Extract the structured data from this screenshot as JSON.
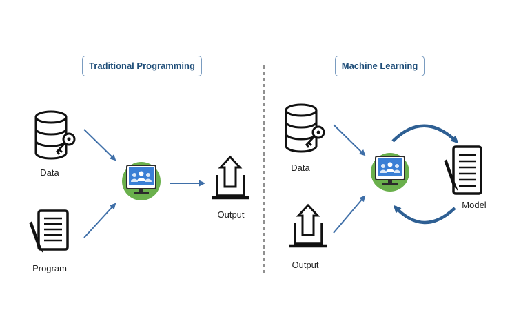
{
  "traditional": {
    "title": "Traditional Programming",
    "data_label": "Data",
    "program_label": "Program",
    "output_label": "Output"
  },
  "machine_learning": {
    "title": "Machine Learning",
    "data_label": "Data",
    "output_label": "Output",
    "model_label": "Model"
  },
  "colors": {
    "title_text": "#1f4e79",
    "title_border": "#7a9cc0",
    "arrow": "#3f6fa8",
    "computer_circle": "#6ab04c",
    "icon": "#111111",
    "divider": "#555555"
  }
}
